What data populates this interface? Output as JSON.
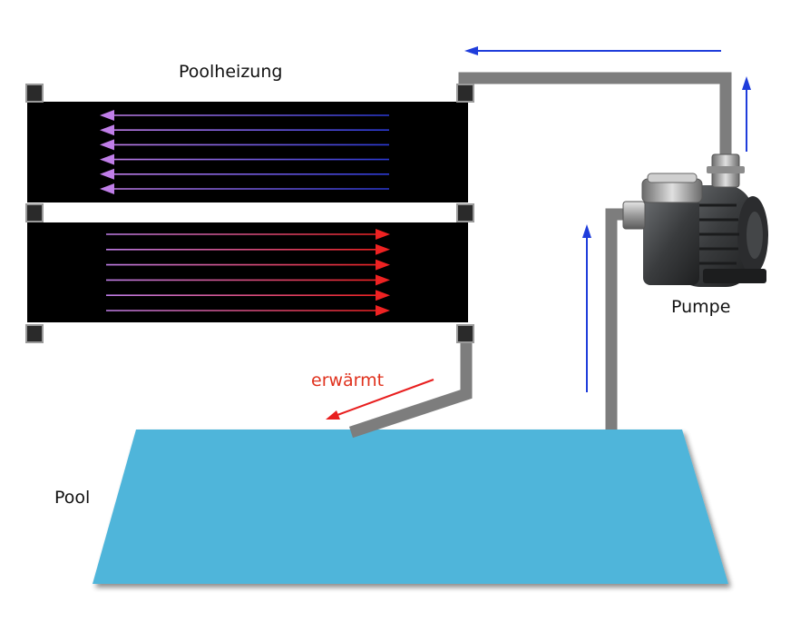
{
  "labels": {
    "title": "Poolheizung",
    "pump": "Pumpe",
    "pool": "Pool",
    "warmed": "erwärmt"
  },
  "colors": {
    "panel": "#000000",
    "pipe": "#7d7d7d",
    "pool_water": "#4fb5da",
    "flow_arrow": "#1f3ddb",
    "warm_arrow": "#e81e1e",
    "warm_label": "#e0321e",
    "cold_stream_start": "#2b39d4",
    "cold_stream_end": "#c07ee8",
    "hot_stream_start": "#c07ee8",
    "hot_stream_end": "#ee2222",
    "pump_body": "#3d3f41"
  },
  "icons": {
    "pump": "water-pump-icon",
    "pool": "pool-basin-icon",
    "panel": "solar-absorber-panel-icon"
  },
  "panels": {
    "upper_streams": 6,
    "lower_streams": 6
  }
}
